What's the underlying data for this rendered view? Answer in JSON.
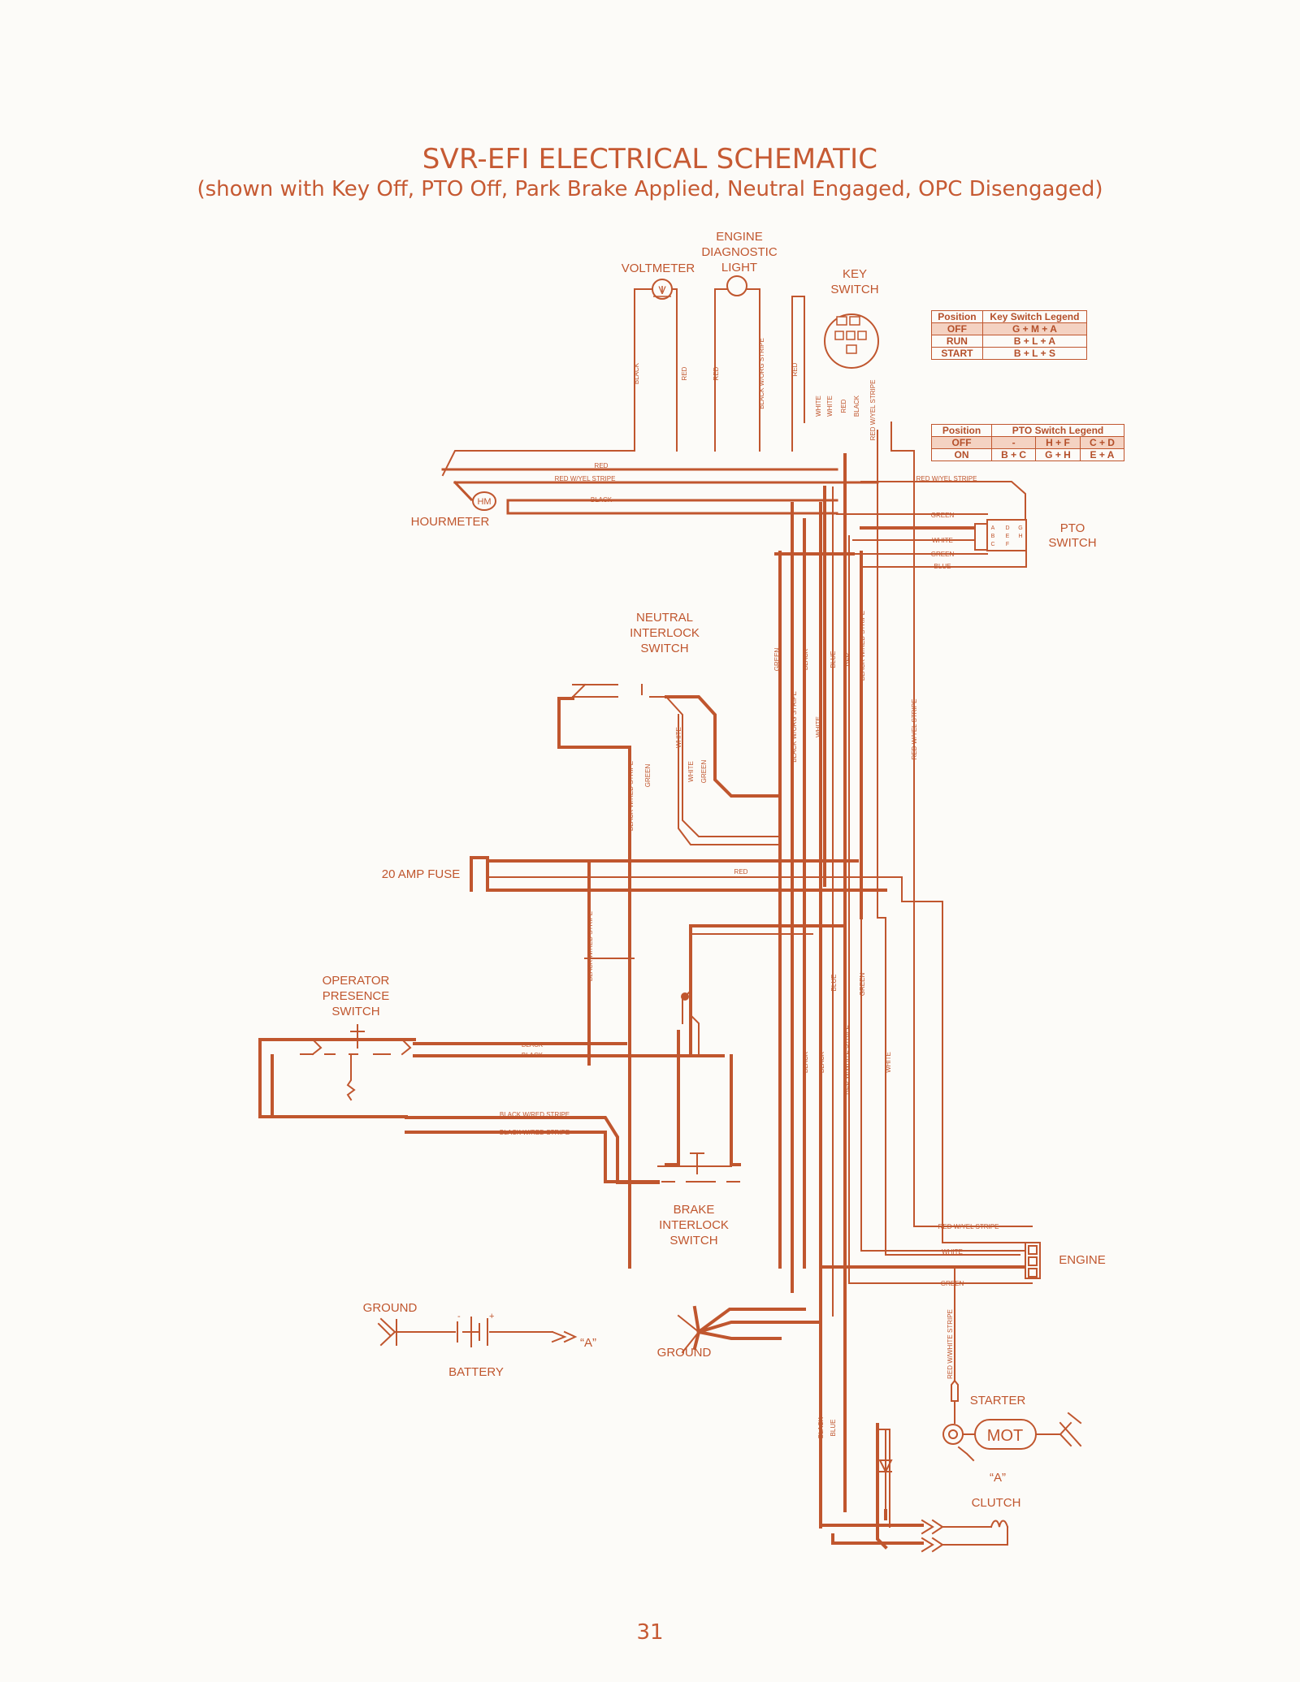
{
  "title": "SVR-EFI ELECTRICAL SCHEMATIC",
  "subtitle": "(shown with Key Off, PTO Off, Park Brake Applied, Neutral Engaged, OPC Disengaged)",
  "page_number": "31",
  "components": {
    "voltmeter": "VOLTMETER",
    "voltmeter_symbol": "V",
    "diag_light": [
      "ENGINE",
      "DIAGNOSTIC",
      "LIGHT"
    ],
    "key_switch": [
      "KEY",
      "SWITCH"
    ],
    "hourmeter": "HOURMETER",
    "hourmeter_symbol": "HM",
    "pto_switch": [
      "PTO",
      "SWITCH"
    ],
    "neutral_switch": [
      "NEUTRAL",
      "INTERLOCK",
      "SWITCH"
    ],
    "fuse": "20 AMP FUSE",
    "opc_switch": [
      "OPERATOR",
      "PRESENCE",
      "SWITCH"
    ],
    "brake_switch": [
      "BRAKE",
      "INTERLOCK",
      "SWITCH"
    ],
    "engine": "ENGINE",
    "ground_left": "GROUND",
    "battery": "BATTERY",
    "battery_ref": "“A”",
    "ground_center": "GROUND",
    "starter": "STARTER",
    "starter_symbol": "MOT",
    "starter_ref": "“A”",
    "clutch": "CLUTCH"
  },
  "key_legend": {
    "headers": [
      "Position",
      "Key Switch Legend"
    ],
    "rows": [
      [
        "OFF",
        "G + M + A"
      ],
      [
        "RUN",
        "B + L + A"
      ],
      [
        "START",
        "B + L + S"
      ]
    ]
  },
  "pto_legend": {
    "headers": [
      "Position",
      "PTO Switch Legend"
    ],
    "rows": [
      [
        "OFF",
        "-",
        "H + F",
        "C + D"
      ],
      [
        "ON",
        "B + C",
        "G + H",
        "E + A"
      ]
    ]
  },
  "pto_terminals": [
    "A",
    "B",
    "C",
    "D",
    "E",
    "F",
    "G",
    "H"
  ],
  "wire_labels": {
    "black": "BLACK",
    "red": "RED",
    "white": "WHITE",
    "green": "GREEN",
    "blue": "BLUE",
    "black_org": "BLACK W/ORG STRIPE",
    "red_yel": "RED W/YEL STRIPE",
    "black_red": "BLACK W/RED STRIPE",
    "red_white": "RED W/WHITE STRIPE"
  },
  "colors": {
    "wire": "#c0562e",
    "text": "#c65a33",
    "highlight": "#f4d2c2"
  }
}
